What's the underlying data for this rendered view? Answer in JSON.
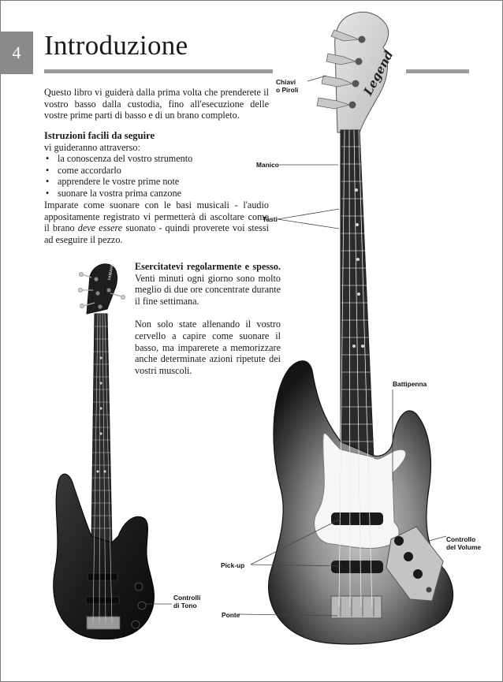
{
  "page": {
    "number": "4",
    "title": "Introduzione"
  },
  "intro": {
    "text": "Questo libro vi guiderà dalla prima volta che prenderete il vostro basso dalla custodia, fino all'esecuzione delle vostre prime parti di basso e di un brano completo."
  },
  "howto": {
    "title": "Istruzioni facili da seguire",
    "lead": "vi guideranno attraverso:",
    "items": [
      "la conoscenza del vostro strumento",
      "come accordarlo",
      "apprendere le vostre prime note",
      "suonare la vostra prima canzone"
    ]
  },
  "audio": {
    "before": "Imparate come suonare con le basi musicali - l'audio appositamente registrato vi permetterà di ascoltare come il brano ",
    "emphasis": "deve essere",
    "after": " suonato - quindi proverete voi stessi ad eseguire il pezzo."
  },
  "practice": {
    "title": "Esercitatevi regolarmente e spesso.",
    "p1": "Venti minuti ogni giorno sono molto meglio di due ore concentrate durante il fine settimana.",
    "p2": "Non solo state allenando il vostro cervello a capire come suonare il basso, ma imparerete a memorizzare anche determinate azioni ripetute dei vostri muscoli."
  },
  "labels": {
    "chiavi_1": "Chiavi",
    "chiavi_2": "o Piroli",
    "manico": "Manico",
    "tasti": "Tasti",
    "battipenna": "Battipenna",
    "controllo_volume_1": "Controllo",
    "controllo_volume_2": "del Volume",
    "pickup": "Pick-up",
    "ponte": "Ponte",
    "controlli_tono_1": "Controlli",
    "controlli_tono_2": "di Tono"
  },
  "headstock": {
    "brand": "Legend",
    "small_brand": "YAMAHA"
  }
}
